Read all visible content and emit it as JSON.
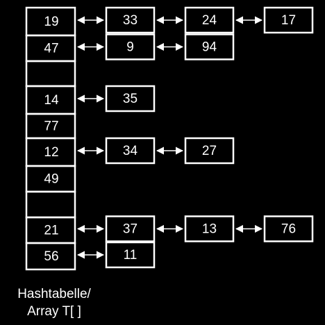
{
  "colors": {
    "background": "#000000",
    "foreground": "#ffffff"
  },
  "caption": {
    "line1": "Hashtabelle/",
    "line2": "Array T[ ]"
  },
  "table": [
    {
      "key": "19",
      "chain": [
        "33",
        "24",
        "17"
      ]
    },
    {
      "key": "47",
      "chain": [
        "9",
        "94"
      ]
    },
    {
      "key": "",
      "chain": []
    },
    {
      "key": "14",
      "chain": [
        "35"
      ]
    },
    {
      "key": "77",
      "chain": []
    },
    {
      "key": "12",
      "chain": [
        "34",
        "27"
      ]
    },
    {
      "key": "49",
      "chain": []
    },
    {
      "key": "",
      "chain": []
    },
    {
      "key": "21",
      "chain": [
        "37",
        "13",
        "76"
      ]
    },
    {
      "key": "56",
      "chain": [
        "11"
      ]
    }
  ]
}
